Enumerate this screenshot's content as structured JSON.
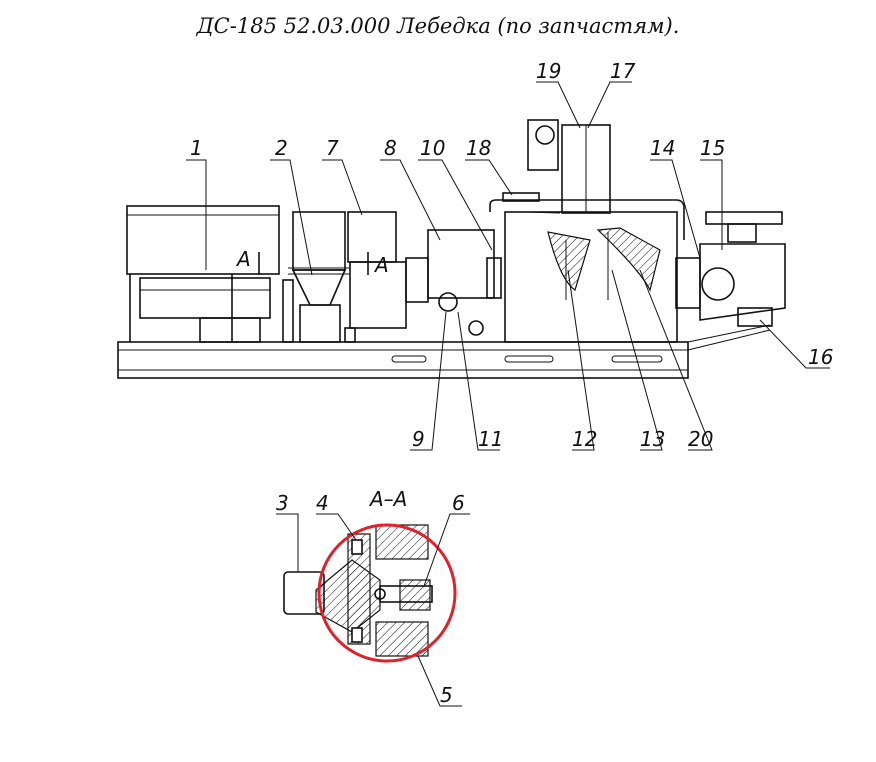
{
  "title": "ДС-185 52.03.000  Лебедка (по запчастям).",
  "section_title": "А–А",
  "section_marker": "А",
  "highlight_color": "#e0202a",
  "callouts": {
    "c1": "1",
    "c2": "2",
    "c7": "7",
    "c8": "8",
    "c10": "10",
    "c18": "18",
    "c19": "19",
    "c17": "17",
    "c14": "14",
    "c15": "15",
    "c16": "16",
    "c9": "9",
    "c11": "11",
    "c12": "12",
    "c13": "13",
    "c20": "20",
    "c3": "3",
    "c4": "4",
    "c6": "6",
    "c5": "5"
  }
}
